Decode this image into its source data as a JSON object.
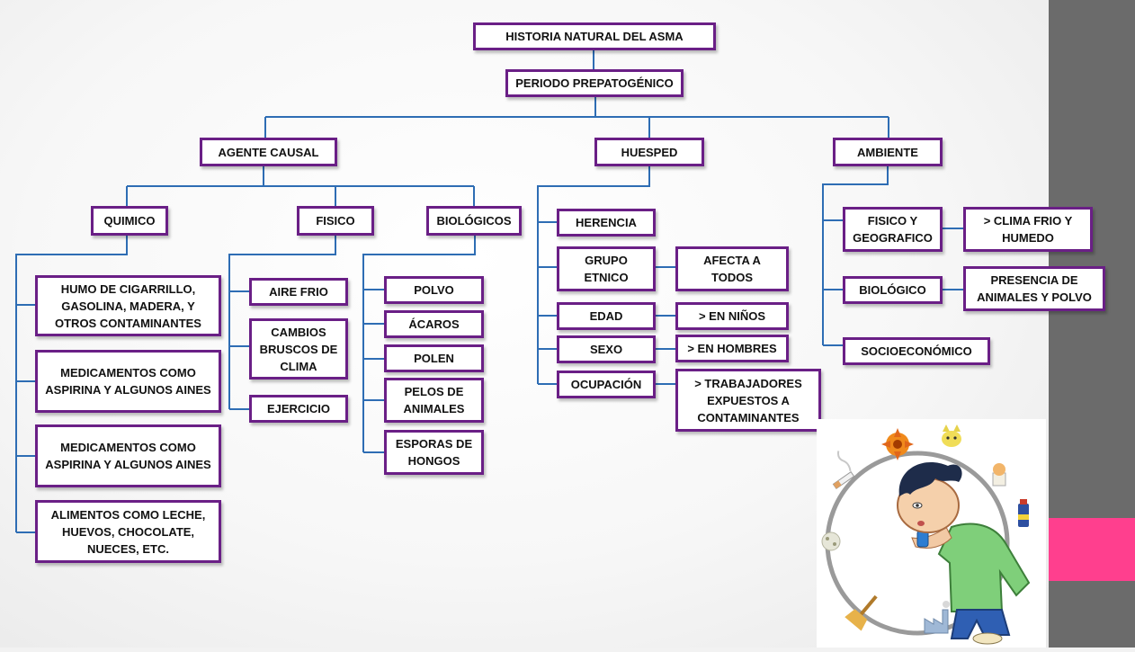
{
  "diagram": {
    "root": "HISTORIA NATURAL DEL ASMA",
    "period": "PERIODO PREPATOGÉNICO",
    "agent": {
      "label": "AGENTE CAUSAL",
      "quimico": {
        "label": "QUIMICO",
        "items": [
          "HUMO DE CIGARRILLO, GASOLINA, MADERA, Y OTROS CONTAMINANTES",
          "MEDICAMENTOS COMO ASPIRINA Y ALGUNOS AINES",
          "MEDICAMENTOS COMO ASPIRINA Y ALGUNOS AINES",
          "ALIMENTOS COMO LECHE, HUEVOS, CHOCOLATE, NUECES, ETC."
        ]
      },
      "fisico": {
        "label": "FISICO",
        "items": [
          "AIRE FRIO",
          "CAMBIOS BRUSCOS DE CLIMA",
          "EJERCICIO"
        ]
      },
      "biologicos": {
        "label": "BIOLÓGICOS",
        "items": [
          "POLVO",
          "ÁCAROS",
          "POLEN",
          "PELOS DE ANIMALES",
          "ESPORAS DE HONGOS"
        ]
      }
    },
    "host": {
      "label": "HUESPED",
      "items": [
        {
          "label": "HERENCIA",
          "detail": ""
        },
        {
          "label": "GRUPO ETNICO",
          "detail": "AFECTA A TODOS"
        },
        {
          "label": "EDAD",
          "detail": "> EN NIÑOS"
        },
        {
          "label": "SEXO",
          "detail": "> EN HOMBRES"
        },
        {
          "label": "OCUPACIÓN",
          "detail": "> TRABAJADORES EXPUESTOS A CONTAMINANTES"
        }
      ]
    },
    "environment": {
      "label": "AMBIENTE",
      "items": [
        {
          "label": "FISICO Y GEOGRAFICO",
          "detail": "> CLIMA FRIO Y HUMEDO"
        },
        {
          "label": "BIOLÓGICO",
          "detail": "PRESENCIA DE ANIMALES Y POLVO"
        },
        {
          "label": "SOCIOECONÓMICO",
          "detail": ""
        }
      ]
    }
  },
  "colors": {
    "box_border": "#6a1f86",
    "connector": "#2e6db4",
    "side_bar": "#6b6b6b",
    "side_accent": "#ff3f8e"
  },
  "illustration": {
    "subject": "boy using an inhaler surrounded by asthma triggers",
    "icons": [
      "flower-icon",
      "cat-icon",
      "food-icon",
      "spray-icon",
      "cigarette-icon",
      "dust-icon",
      "broom-icon",
      "factory-icon"
    ]
  }
}
